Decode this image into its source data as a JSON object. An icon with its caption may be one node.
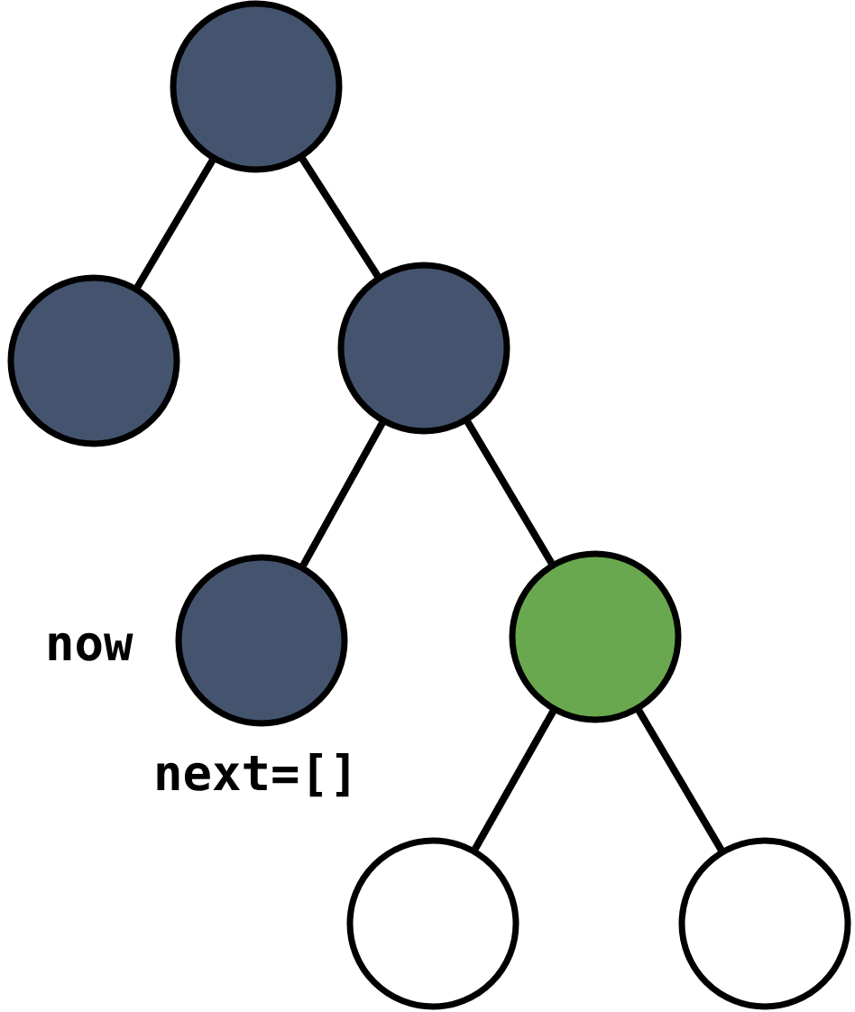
{
  "diagram": {
    "nodes": [
      {
        "text": [],
        "shape": "circle"
      },
      {
        "text": [],
        "shape": "circle"
      },
      {
        "text": [],
        "shape": "circle"
      },
      {
        "text": [],
        "shape": "circle",
        "beside": [
          "now",
          "next=[]"
        ]
      },
      {
        "text": [],
        "shape": "circle"
      },
      {
        "text": [],
        "shape": "circle"
      },
      {
        "text": [],
        "shape": "circle"
      }
    ],
    "edges": [
      {
        "from": 0,
        "to": 1,
        "arrow": "none"
      },
      {
        "from": 0,
        "to": 2,
        "arrow": "none"
      },
      {
        "from": 2,
        "to": 3,
        "arrow": "none"
      },
      {
        "from": 2,
        "to": 4,
        "arrow": "none"
      },
      {
        "from": 4,
        "to": 5,
        "arrow": "none"
      },
      {
        "from": 4,
        "to": 6,
        "arrow": "none"
      }
    ]
  }
}
